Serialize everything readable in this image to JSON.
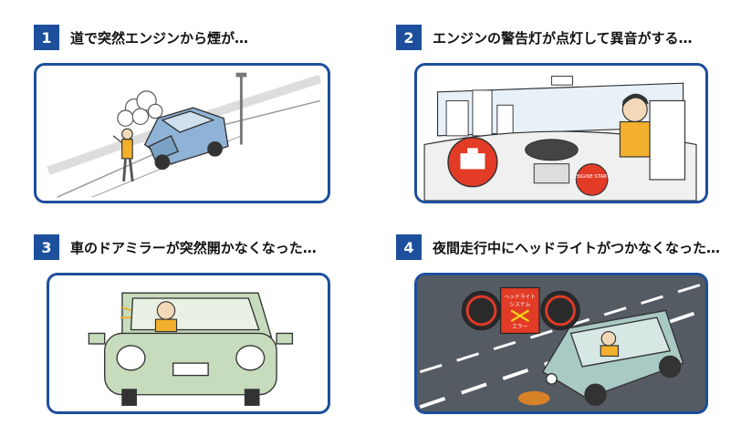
{
  "panels": [
    {
      "number": "1",
      "title": "道で突然エンジンから煙が…",
      "illustration": "car-smoking-roadside"
    },
    {
      "number": "2",
      "title": "エンジンの警告灯が点灯して異音がする…",
      "illustration": "dashboard-engine-warning"
    },
    {
      "number": "3",
      "title": "車のドアミラーが突然開かなくなった…",
      "illustration": "car-front-mirror"
    },
    {
      "number": "4",
      "title": "夜間走行中にヘッドライトがつかなくなった…",
      "illustration": "night-headlight-failure"
    }
  ],
  "illustration_text": {
    "engine_start_button": "ENGINE START",
    "headlight_panel_line1": "ヘッドライト",
    "headlight_panel_line2": "システム",
    "headlight_panel_line3": "エラー"
  },
  "colors": {
    "accent": "#1d4f9c",
    "car_blue": "#8fb3d6",
    "car_green": "#c6dcbd",
    "car_teal": "#a9c9c4",
    "night_bg": "#555b63",
    "warning_orange": "#f08a1c",
    "warning_red": "#e23b26"
  }
}
